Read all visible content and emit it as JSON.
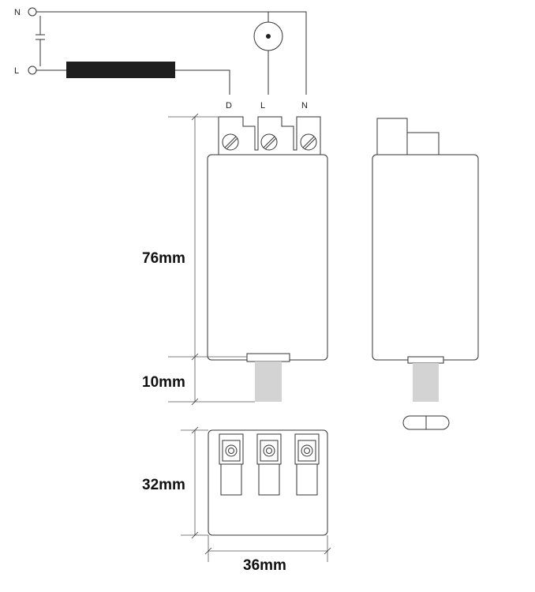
{
  "wiring": {
    "line_n": "N",
    "line_l": "L"
  },
  "terminals": {
    "d": "D",
    "l": "L",
    "n": "N"
  },
  "dimensions": {
    "height_body": "76mm",
    "height_tab": "10mm",
    "depth": "32mm",
    "width": "36mm"
  },
  "colors": {
    "line": "#333333",
    "choke": "#1e1e1e",
    "tab": "#d3d3d3"
  }
}
